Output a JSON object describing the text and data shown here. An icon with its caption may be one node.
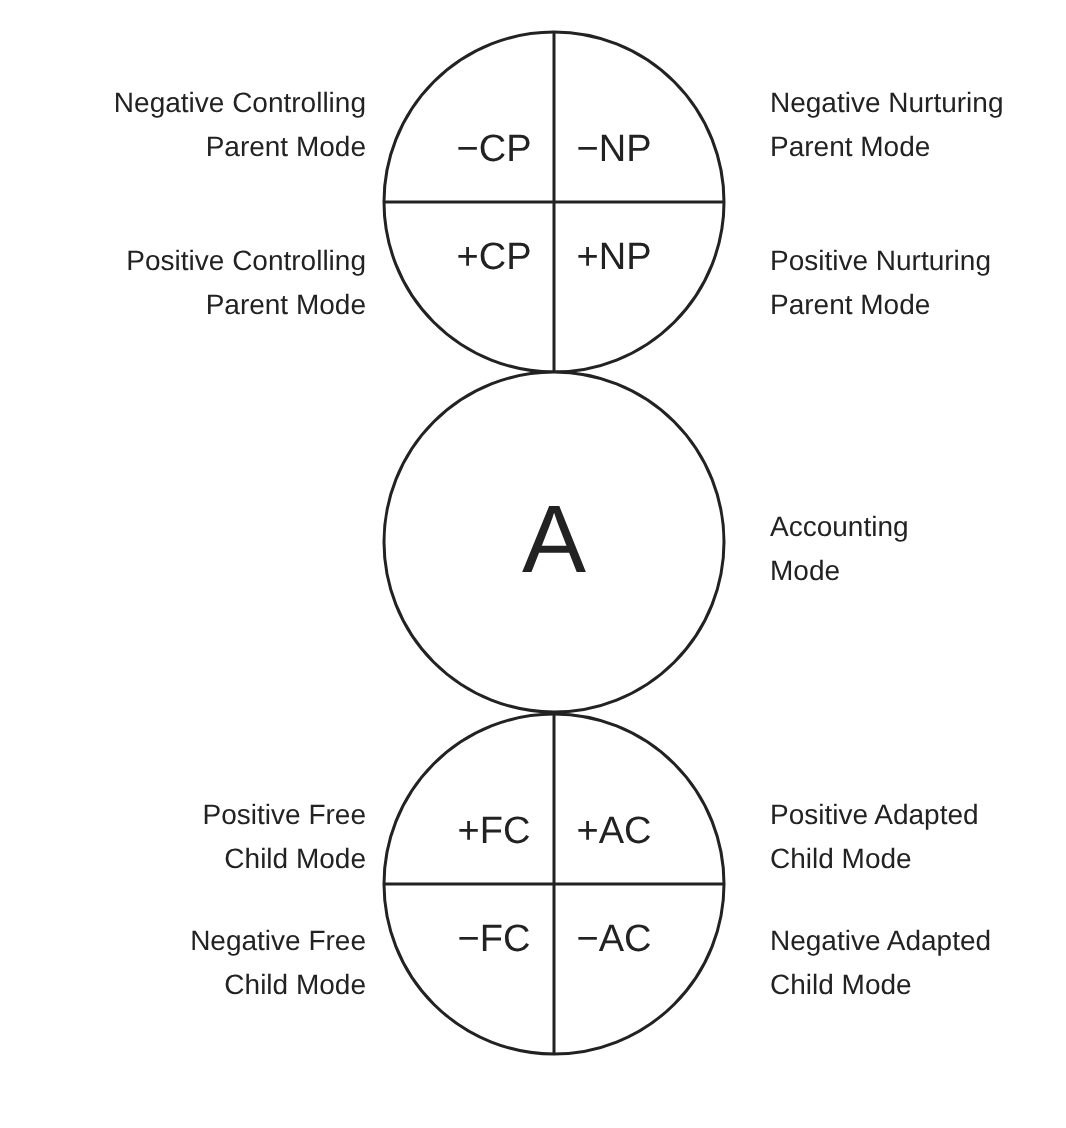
{
  "diagram": {
    "nodes": [
      {
        "text": [
          "−CP",
          "−NP",
          "+CP",
          "+NP"
        ]
      },
      {
        "text": [
          "A"
        ]
      },
      {
        "text": [
          "+FC",
          "+AC",
          "−FC",
          "−AC"
        ]
      }
    ],
    "labels": [
      "Negative Controlling Parent Mode",
      "Negative Nurturing Parent Mode",
      "Positive Controlling Parent Mode",
      "Positive Nurturing Parent Mode",
      "Accounting Mode",
      "Positive Free Child Mode",
      "Positive Adapted Child Mode",
      "Negative Free Child Mode",
      "Negative Adapted Child Mode"
    ]
  }
}
